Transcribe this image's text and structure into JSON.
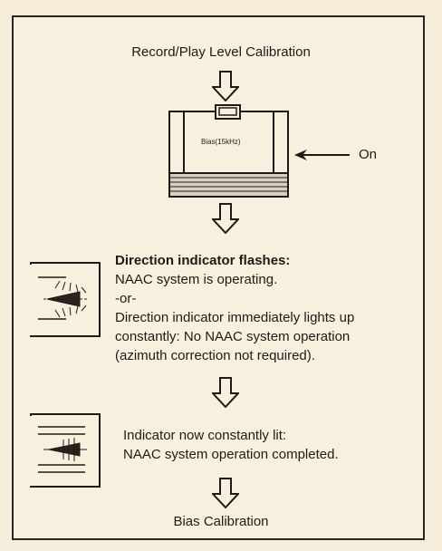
{
  "steps": {
    "top_title": "Record/Play Level Calibration",
    "button_label": "Bias(15kHz)",
    "on_label": "On",
    "direction_heading": "Direction indicator flashes:",
    "direction_lines": [
      "NAAC system is operating.",
      "-or-",
      "Direction indicator immediately lights up",
      "constantly: No NAAC system operation",
      "(azimuth correction not required)."
    ],
    "indicator_lines": [
      "Indicator now constantly lit:",
      "NAAC system operation completed."
    ],
    "bottom_title": "Bias Calibration"
  },
  "icons": {
    "flow_arrow": "down-arrow-icon",
    "button": "bias-button-icon",
    "pointer": "left-arrow-icon",
    "flashing": "flashing-direction-indicator-icon",
    "steady": "steady-direction-indicator-icon"
  },
  "colors": {
    "paper": "#f8f0de",
    "ink": "#1e1a16"
  }
}
